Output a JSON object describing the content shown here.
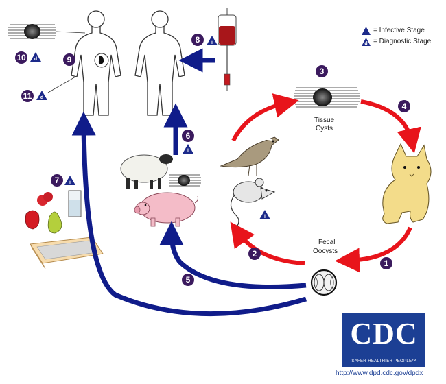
{
  "legend": {
    "infective_label": "= Infective Stage",
    "diagnostic_label": "= Diagnostic Stage",
    "infective_letter": "i",
    "diagnostic_letter": "d"
  },
  "labels": {
    "tissue_cysts": [
      "Tissue",
      "Cysts"
    ],
    "fecal_oocysts": [
      "Fecal",
      "Oocysts"
    ]
  },
  "steps": [
    "1",
    "2",
    "3",
    "4",
    "5",
    "6",
    "7",
    "8",
    "9",
    "10",
    "11"
  ],
  "logo": {
    "text": "CDC",
    "tagline": "SAFER·HEALTHIER·PEOPLE™",
    "url": "http://www.dpd.cdc.gov/dpdx"
  },
  "colors": {
    "red_arrow": "#e8141b",
    "blue_arrow": "#101c8a",
    "badge": "#3b1a5e",
    "triangle": "#1c2a8a",
    "cdc_blue": "#1c3f94"
  }
}
